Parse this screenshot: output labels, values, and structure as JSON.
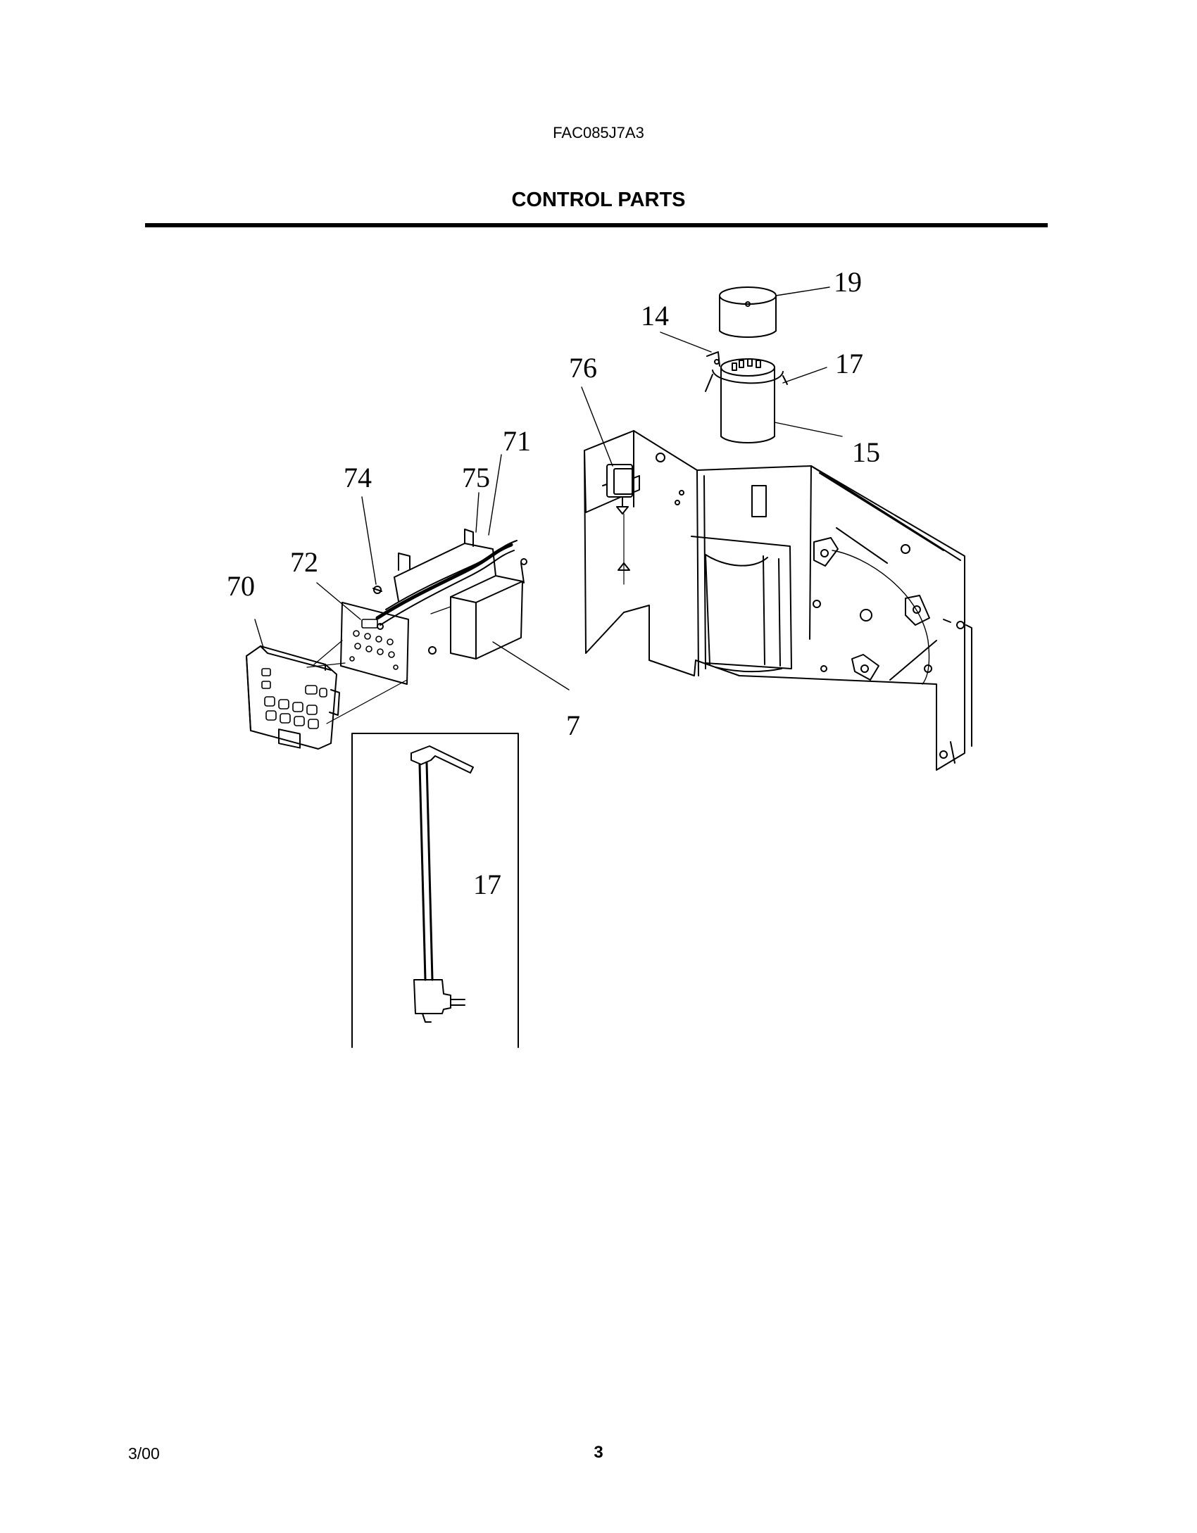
{
  "header": {
    "model_number": "FAC085J7A3",
    "section_title": "CONTROL PARTS"
  },
  "callouts": {
    "c70": "70",
    "c72": "72",
    "c74": "74",
    "c75": "75",
    "c71": "71",
    "c7": "7",
    "c76": "76",
    "c14": "14",
    "c19": "19",
    "c17_top": "17",
    "c15": "15",
    "c17_box": "17"
  },
  "footer": {
    "date": "3/00",
    "page": "3"
  }
}
